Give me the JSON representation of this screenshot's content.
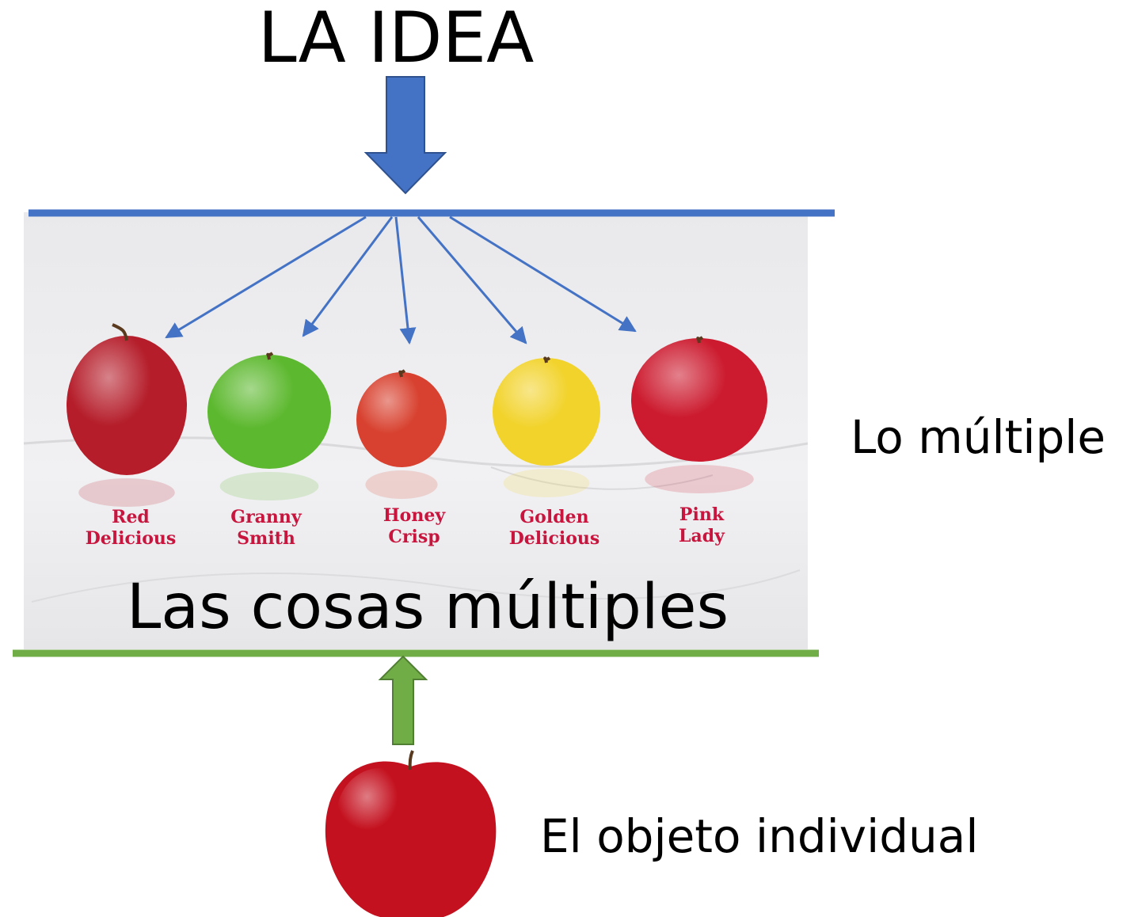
{
  "title": "LA IDEA",
  "photo_caption": "Las cosas múltiples",
  "side_labels": {
    "multiple": "Lo múltiple",
    "individual": "El objeto individual"
  },
  "varieties": [
    {
      "line1": "Red",
      "line2": "Delicious",
      "apple_color": "#b51d2a"
    },
    {
      "line1": "Granny",
      "line2": "Smith",
      "apple_color": "#5cb82e"
    },
    {
      "line1": "Honey",
      "line2": "Crisp",
      "apple_color": "#d8412f"
    },
    {
      "line1": "Golden",
      "line2": "Delicious",
      "apple_color": "#f2d32c"
    },
    {
      "line1": "Pink",
      "line2": "Lady",
      "apple_color": "#cc1a2e"
    }
  ],
  "colors": {
    "idea_line": "#4472c4",
    "multiples_line": "#70ad47",
    "variety_text": "#c8153e",
    "single_apple": "#c4111f"
  }
}
